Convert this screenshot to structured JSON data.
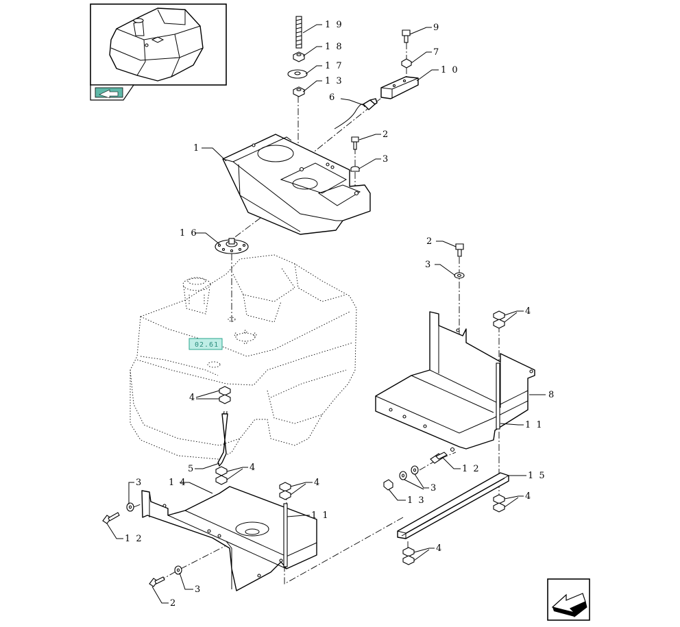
{
  "colors": {
    "line": "#000000",
    "background": "#ffffff",
    "reference_badge": "#bfeee6",
    "nav_arrow": "#5fb8a8"
  },
  "reference_label": "02.61",
  "callouts": [
    {
      "id": "c19",
      "text": "1 9"
    },
    {
      "id": "c18",
      "text": "1 8"
    },
    {
      "id": "c17",
      "text": "1 7"
    },
    {
      "id": "c13a",
      "text": "1 3"
    },
    {
      "id": "c9",
      "text": "9"
    },
    {
      "id": "c7",
      "text": "7"
    },
    {
      "id": "c10",
      "text": "1 0"
    },
    {
      "id": "c6",
      "text": "6"
    },
    {
      "id": "c2a",
      "text": "2"
    },
    {
      "id": "c3a",
      "text": "3"
    },
    {
      "id": "c1",
      "text": "1"
    },
    {
      "id": "c16",
      "text": "1 6"
    },
    {
      "id": "c2b",
      "text": "2"
    },
    {
      "id": "c3b",
      "text": "3"
    },
    {
      "id": "c4a",
      "text": "4"
    },
    {
      "id": "c8",
      "text": "8"
    },
    {
      "id": "c11a",
      "text": "1 1"
    },
    {
      "id": "c4b",
      "text": "4"
    },
    {
      "id": "c5",
      "text": "5"
    },
    {
      "id": "c4c",
      "text": "4"
    },
    {
      "id": "c12a",
      "text": "1 2"
    },
    {
      "id": "c3c",
      "text": "3"
    },
    {
      "id": "c13b",
      "text": "1 3"
    },
    {
      "id": "c15",
      "text": "1 5"
    },
    {
      "id": "c4d",
      "text": "4"
    },
    {
      "id": "c3d",
      "text": "3"
    },
    {
      "id": "c14",
      "text": "1 4"
    },
    {
      "id": "c4e",
      "text": "4"
    },
    {
      "id": "c11b",
      "text": "1 1"
    },
    {
      "id": "c12b",
      "text": "1 2"
    },
    {
      "id": "c3e",
      "text": "3"
    },
    {
      "id": "c2c",
      "text": "2"
    },
    {
      "id": "c4f",
      "text": "4"
    }
  ]
}
